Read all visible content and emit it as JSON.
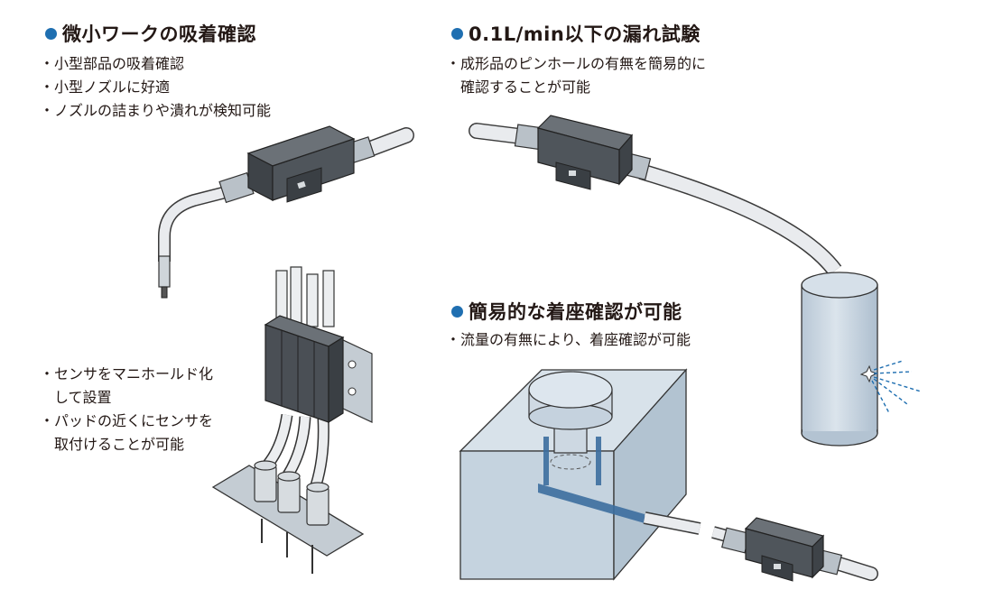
{
  "sections": [
    {
      "heading": "微小ワークの吸着確認",
      "bullets": [
        "小型部品の吸着確認",
        "小型ノズルに好適",
        "ノズルの詰まりや潰れが検知可能"
      ]
    },
    {
      "heading": "0.1L/min以下の漏れ試験",
      "bullets": [
        "成形品のピンホールの有無を簡易的に",
        "確認することが可能"
      ]
    },
    {
      "heading": "簡易的な着座確認が可能",
      "bullets": [
        "流量の有無により、着座確認が可能"
      ]
    },
    {
      "heading": "",
      "bullets": [
        "センサをマニホールド化",
        "して設置",
        "パッドの近くにセンサを",
        "取付けることが可能"
      ]
    }
  ],
  "colors": {
    "accent": "#1f6fb1",
    "sensor": "#4a4f55",
    "tube": "#e6e8ea",
    "block": "#c7d4e0",
    "leak": "#1f6fb1"
  }
}
